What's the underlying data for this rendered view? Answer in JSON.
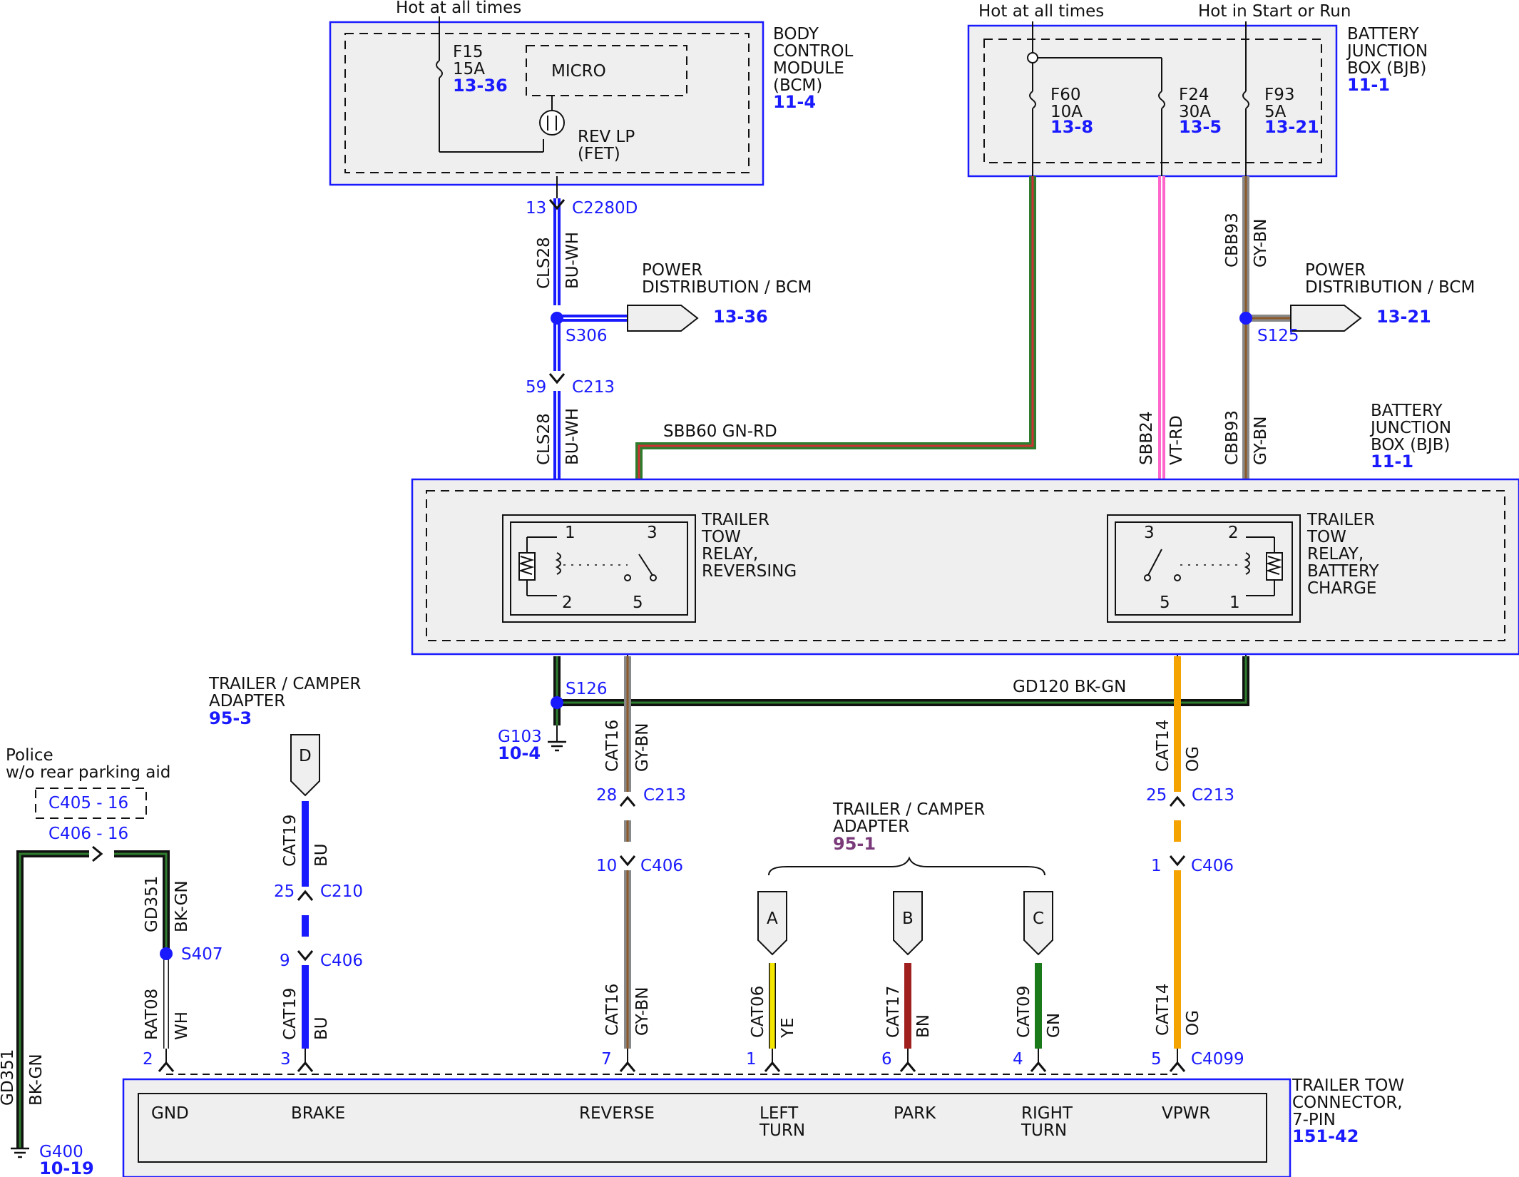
{
  "bcm": {
    "hot": "Hot at all times",
    "fuse_name": "F15",
    "fuse_amp": "15A",
    "fuse_ref": "13-36",
    "micro": "MICRO",
    "fet_1": "REV LP",
    "fet_2": "(FET)",
    "title_1": "BODY",
    "title_2": "CONTROL",
    "title_3": "MODULE",
    "title_4": "(BCM)",
    "ref": "11-4"
  },
  "bjb_top": {
    "hot1": "Hot at all times",
    "hot2": "Hot in Start or Run",
    "f60_name": "F60",
    "f60_amp": "10A",
    "f60_ref": "13-8",
    "f24_name": "F24",
    "f24_amp": "30A",
    "f24_ref": "13-5",
    "f93_name": "F93",
    "f93_amp": "5A",
    "f93_ref": "13-21",
    "title_1": "BATTERY",
    "title_2": "JUNCTION",
    "title_3": "BOX (BJB)",
    "ref": "11-1"
  },
  "bjb_mid": {
    "title_1": "BATTERY",
    "title_2": "JUNCTION",
    "title_3": "BOX (BJB)",
    "ref": "11-1",
    "relay_rev_1": "TRAILER",
    "relay_rev_2": "TOW",
    "relay_rev_3": "RELAY,",
    "relay_rev_4": "REVERSING",
    "relay_bat_1": "TRAILER",
    "relay_bat_2": "TOW",
    "relay_bat_3": "RELAY,",
    "relay_bat_4": "BATTERY",
    "relay_bat_5": "CHARGE",
    "pins_rev": [
      "1",
      "3",
      "2",
      "5"
    ],
    "pins_bat": [
      "3",
      "2",
      "5",
      "1"
    ]
  },
  "wires": {
    "cls28": "CLS28",
    "buwh": "BU-WH",
    "cbb93": "CBB93",
    "gybn": "GY-BN",
    "sbb60": "SBB60  GN-RD",
    "sbb24": "SBB24",
    "vtrd": "VT-RD",
    "gd120": "GD120  BK-GN",
    "cat16": "CAT16",
    "cat14": "CAT14",
    "og": "OG",
    "cat19": "CAT19",
    "bu": "BU",
    "gd351": "GD351",
    "bkgn": "BK-GN",
    "rat08": "RAT08",
    "wh": "WH",
    "cat06": "CAT06",
    "ye": "YE",
    "cat17": "CAT17",
    "bn": "BN",
    "cat09": "CAT09",
    "gn": "GN"
  },
  "connectors": {
    "c2280d_pin": "13",
    "c2280d": "C2280D",
    "s306": "S306",
    "c213_pin_a": "59",
    "c213": "C213",
    "s125": "S125",
    "s126": "S126",
    "g103": "G103",
    "g103_ref": "10-4",
    "c213_pin_b": "28",
    "c213_pin_c": "25",
    "c406": "C406",
    "c406_pin_a": "10",
    "c406_pin_b": "1",
    "c406_pin_c": "9",
    "c210": "C210",
    "c210_pin": "25",
    "s407": "S407",
    "g400": "G400",
    "g400_ref": "10-19",
    "c4099": "C4099",
    "pin_gnd": "2",
    "pin_brake": "3",
    "pin_rev": "7",
    "pin_left": "1",
    "pin_park": "6",
    "pin_right": "4",
    "pin_vpwr": "5"
  },
  "power_dist": {
    "l1": "POWER",
    "l2": "DISTRIBUTION / BCM",
    "ref_left": "13-36",
    "ref_right": "13-21"
  },
  "adapters": {
    "t1": "TRAILER / CAMPER",
    "t2": "ADAPTER",
    "ref_a": "95-3",
    "ref_b": "95-1",
    "d": "D",
    "a": "A",
    "b": "B",
    "c": "C"
  },
  "police": {
    "l1": "Police",
    "l2": "w/o rear parking aid",
    "c405": "C405 - 16",
    "c406": "C406 - 16"
  },
  "trailer_conn": {
    "gnd": "GND",
    "brake": "BRAKE",
    "reverse": "REVERSE",
    "left_1": "LEFT",
    "left_2": "TURN",
    "park": "PARK",
    "right_1": "RIGHT",
    "right_2": "TURN",
    "vpwr": "VPWR",
    "title_1": "TRAILER TOW",
    "title_2": "CONNECTOR,",
    "title_3": "7-PIN",
    "ref": "151-42"
  },
  "colors": {
    "blue": "#1a1aff",
    "green": "#2e7d2e",
    "red": "#cc3333",
    "pink": "#ff66cc",
    "gray": "#888888",
    "brown": "#8b5a2b",
    "orange": "#f5a300",
    "yellow": "#f5e600",
    "darkred": "#a02020",
    "black": "#111111"
  }
}
